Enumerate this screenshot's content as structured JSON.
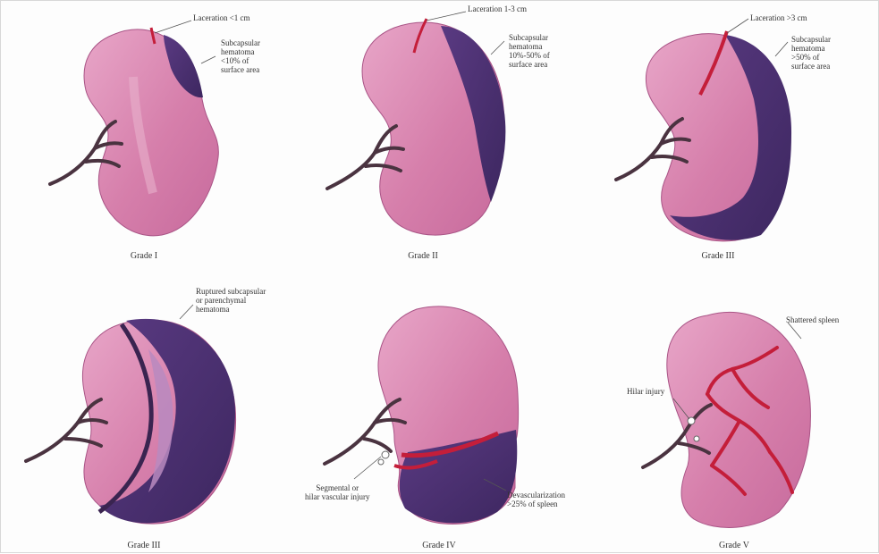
{
  "colors": {
    "parenchyma": "#d984ae",
    "parenchyma_light": "#e7a9c8",
    "parenchyma_dark": "#b65a8c",
    "hematoma": "#4a2f6e",
    "laceration": "#c41e3a",
    "vessel": "#4a3340",
    "vessel_light": "#9b8590"
  },
  "panels": [
    {
      "grade": "Grade I",
      "annotations": [
        "Laceration <1 cm",
        "Subcapsular\nhematoma\n<10% of\nsurface area"
      ]
    },
    {
      "grade": "Grade II",
      "annotations": [
        "Laceration 1-3 cm",
        "Subcapsular\nhematoma\n10%-50% of\nsurface area"
      ]
    },
    {
      "grade": "Grade III",
      "annotations": [
        "Laceration >3 cm",
        "Subcapsular\nhematoma\n>50% of\nsurface area"
      ]
    },
    {
      "grade": "Grade III",
      "annotations": [
        "Ruptured subcapsular\nor parenchymal\nhematoma"
      ]
    },
    {
      "grade": "Grade IV",
      "annotations": [
        "Segmental or\nhilar vascular injury",
        "Devascularization\n>25% of spleen"
      ]
    },
    {
      "grade": "Grade V",
      "annotations": [
        "Hilar injury",
        "Shattered spleen"
      ]
    }
  ]
}
